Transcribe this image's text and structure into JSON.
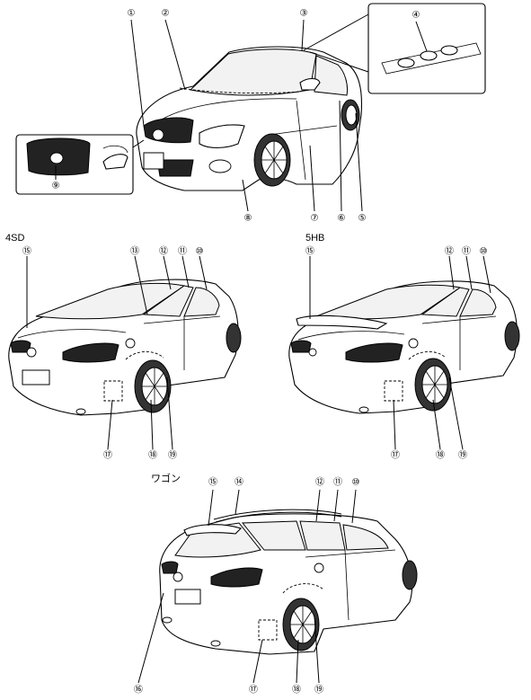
{
  "variants": {
    "sedan": "4SD",
    "hatch": "5HB",
    "wagon": "ワゴン"
  },
  "callouts": {
    "c1": "①",
    "c2": "②",
    "c3": "③",
    "c4": "④",
    "c5": "⑤",
    "c6": "⑥",
    "c7": "⑦",
    "c8": "⑧",
    "c9": "⑨",
    "c10": "⑩",
    "c11": "⑪",
    "c12": "⑫",
    "c13": "⑬",
    "c14": "⑭",
    "c15": "⑮",
    "c16": "⑯",
    "c17": "⑰",
    "c18": "⑱",
    "c19": "⑲"
  }
}
